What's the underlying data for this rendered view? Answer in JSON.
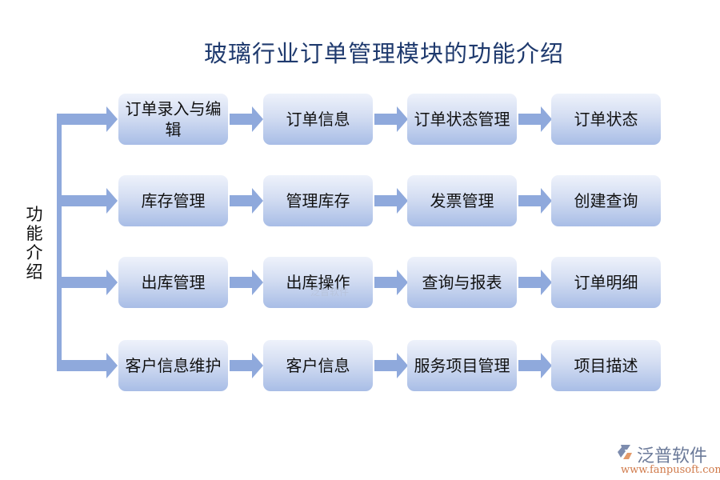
{
  "title": "玻璃行业订单管理模块的功能介绍",
  "side_label": "功能介绍",
  "colors": {
    "arrow": "#8fa9dc",
    "title": "#1f3a6e",
    "box_top": "#eef2fb",
    "box_bottom": "#a8bde6"
  },
  "rows": [
    {
      "boxes": [
        "订单录入与编辑",
        "订单信息",
        "订单状态管理",
        "订单状态"
      ]
    },
    {
      "boxes": [
        "库存管理",
        "管理库存",
        "发票管理",
        "创建查询"
      ]
    },
    {
      "boxes": [
        "出库管理",
        "出库操作",
        "查询与报表",
        "订单明细"
      ]
    },
    {
      "boxes": [
        "客户信息维护",
        "客户信息",
        "服务项目管理",
        "项目描述"
      ]
    }
  ],
  "watermark": "泛普软件",
  "logo": {
    "name": "泛普软件",
    "url": "www.fanpusoft.com",
    "icon": "fanpu-logo-icon"
  }
}
